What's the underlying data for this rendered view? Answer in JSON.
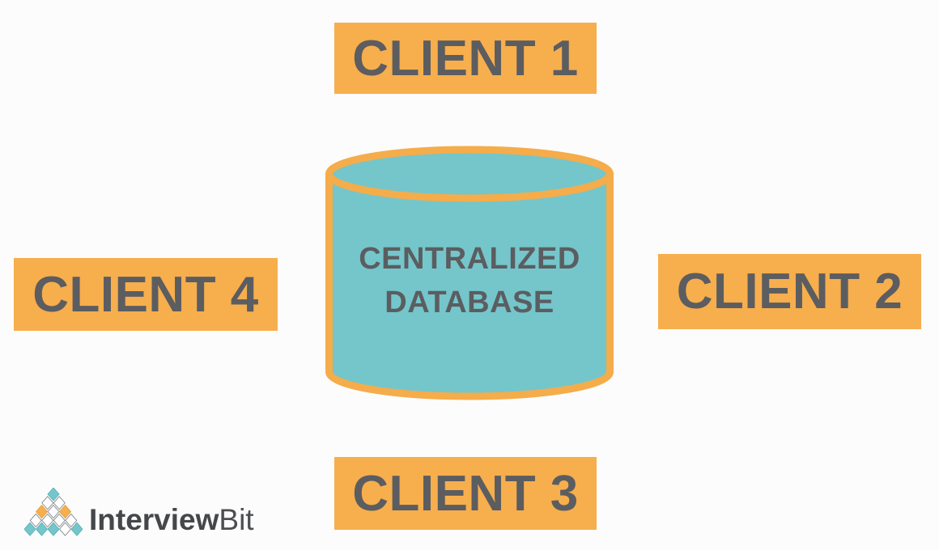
{
  "colors": {
    "background": "#fcfcfc",
    "orange": "#f7ae4d",
    "teal": "#74c6cb",
    "text_gray": "#5b5d60",
    "logo_text_dark": "#45474b",
    "logo_text_light": "#4c4e52"
  },
  "clients": [
    {
      "label": "CLIENT 1",
      "position": "top"
    },
    {
      "label": "CLIENT 2",
      "position": "right"
    },
    {
      "label": "CLIENT 3",
      "position": "bottom"
    },
    {
      "label": "CLIENT 4",
      "position": "left"
    }
  ],
  "database": {
    "label_line1": "CENTRALIZED",
    "label_line2": "DATABASE"
  },
  "logo": {
    "text_bold": "Interview",
    "text_light": "Bit",
    "pyramid_rows": [
      [
        "teal"
      ],
      [
        "white",
        "white"
      ],
      [
        "orange",
        "white",
        "orange"
      ],
      [
        "white",
        "white",
        "white",
        "white"
      ],
      [
        "teal",
        "teal",
        "teal",
        "white",
        "teal"
      ]
    ]
  }
}
